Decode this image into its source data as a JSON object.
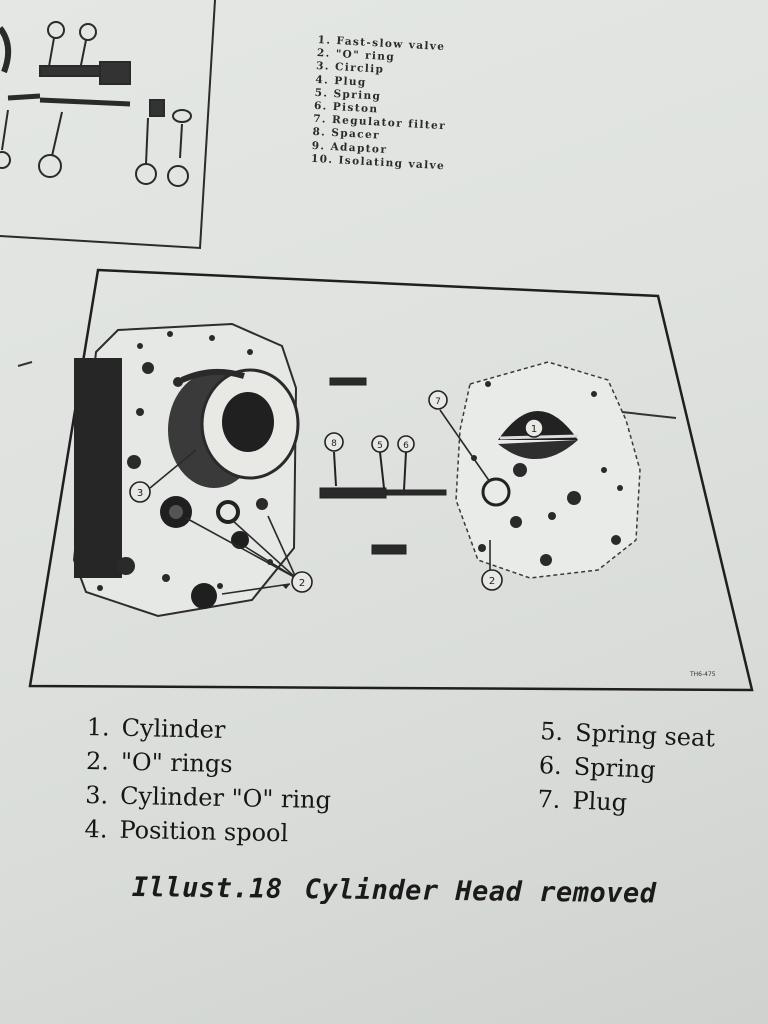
{
  "top_legend": {
    "items": [
      {
        "num": "1.",
        "label": "Fast-slow valve"
      },
      {
        "num": "2.",
        "label": "\"O\" ring"
      },
      {
        "num": "3.",
        "label": "Circlip"
      },
      {
        "num": "4.",
        "label": "Plug"
      },
      {
        "num": "5.",
        "label": "Spring"
      },
      {
        "num": "6.",
        "label": "Piston"
      },
      {
        "num": "7.",
        "label": "Regulator filter"
      },
      {
        "num": "8.",
        "label": "Spacer"
      },
      {
        "num": "9.",
        "label": "Adaptor"
      },
      {
        "num": "10.",
        "label": "Isolating valve"
      }
    ]
  },
  "figure": {
    "callouts": [
      "1",
      "2",
      "3",
      "5",
      "6",
      "7",
      "8"
    ],
    "code": "TH6-475"
  },
  "legend_left": [
    {
      "num": "1.",
      "label": "Cylinder"
    },
    {
      "num": "2.",
      "label": "\"O\" rings"
    },
    {
      "num": "3.",
      "label": "Cylinder \"O\" ring"
    },
    {
      "num": "4.",
      "label": "Position spool"
    }
  ],
  "legend_right": [
    {
      "num": "5.",
      "label": "Spring seat"
    },
    {
      "num": "6.",
      "label": "Spring"
    },
    {
      "num": "7.",
      "label": "Plug"
    }
  ],
  "caption": {
    "prefix": "Illust.18",
    "text": "Cylinder Head removed"
  }
}
